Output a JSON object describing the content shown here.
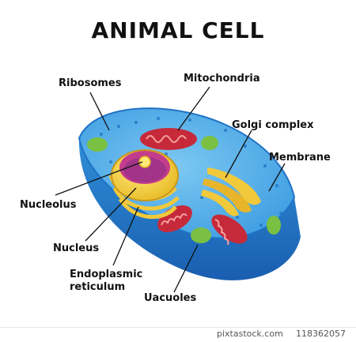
{
  "title": "ANIMAL CELL",
  "labels": {
    "ribosomes": "Ribosomes",
    "mitochondria": "Mitochondria",
    "golgi": "Golgi complex",
    "membrane": "Membrane",
    "nucleolus": "Nucleolus",
    "nucleus": "Nucleus",
    "er_line1": "Endoplasmic",
    "er_line2": "reticulum",
    "vacuoles": "Uacuoles"
  },
  "watermark": {
    "site": "pixtastock.com",
    "id": "118362057"
  },
  "colors": {
    "cytoplasm": "#3fa5e6",
    "membrane": "#1e6fc4",
    "nucleus": "#f2d43a",
    "nucleolus": "#c43c8c",
    "mitochondria": "#c62a3a",
    "vacuole": "#7ac043"
  }
}
